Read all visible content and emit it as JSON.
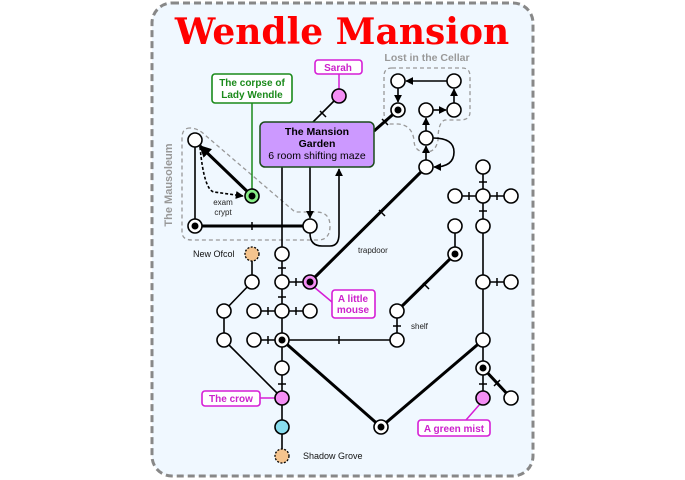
{
  "title": "Wendle Mansion",
  "regions": {
    "mausoleum": "The Mausoleum",
    "cellar": "Lost in the Cellar"
  },
  "garden": {
    "line1": "The Mansion",
    "line2": "Garden",
    "line3": "6 room shifting maze"
  },
  "characters": {
    "sarah": "Sarah",
    "corpse_line1": "The corpse of",
    "corpse_line2": "Lady Wendle",
    "mouse_line1": "A little",
    "mouse_line2": "mouse",
    "crow": "The crow",
    "mist": "A green mist"
  },
  "edge_labels": {
    "exam1": "exam",
    "exam2": "crypt",
    "trapdoor": "trapdoor",
    "shelf": "shelf"
  },
  "places": {
    "new_ofcol": "New Ofcol",
    "shadow_grove": "Shadow Grove"
  },
  "colors": {
    "title": "#ff0000",
    "character": "#f48ef4",
    "garden": "#cc99ff",
    "exit": "#f5c48e",
    "start": "#88ddee",
    "corpse": "#1a8a1a"
  }
}
